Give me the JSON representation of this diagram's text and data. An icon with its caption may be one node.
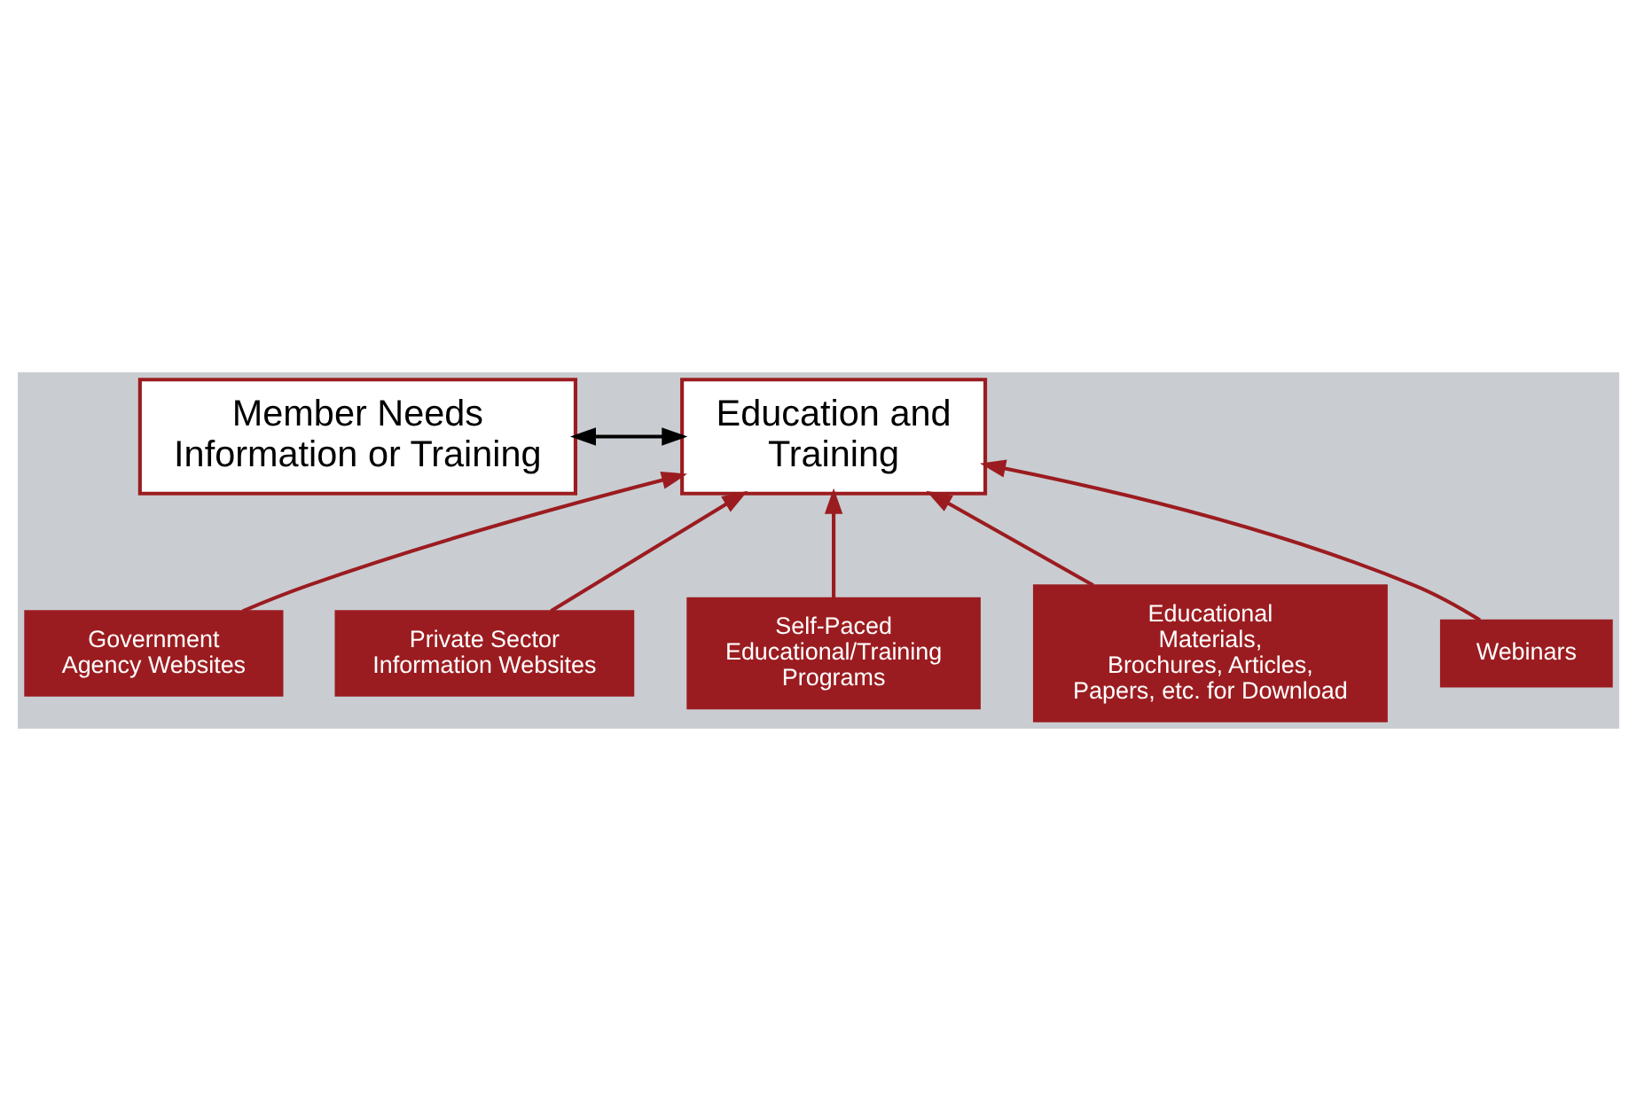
{
  "diagram": {
    "nodes": [
      {
        "text": [
          "Member Needs Information or Training"
        ]
      },
      {
        "text": [
          "Education and Training"
        ]
      },
      {
        "text": [
          "Government Agency Websites"
        ]
      },
      {
        "text": [
          "Private Sector Information Websites"
        ]
      },
      {
        "text": [
          "Self-Paced Educational/Training Programs"
        ]
      },
      {
        "text": [
          "Educational Materials, Brochures, Articles, Papers, etc. for Download"
        ]
      },
      {
        "text": [
          "Webinars"
        ]
      }
    ],
    "edges": [
      {
        "from": 0,
        "to": 1,
        "arrow": "both",
        "color": "#000000"
      },
      {
        "from": 2,
        "to": 1,
        "arrow": "to"
      },
      {
        "from": 3,
        "to": 1,
        "arrow": "to"
      },
      {
        "from": 6,
        "to": 1,
        "arrow": "to"
      },
      {
        "from": 5,
        "to": 1,
        "arrow": "to"
      },
      {
        "from": 4,
        "to": 1,
        "arrow": "to"
      }
    ]
  }
}
